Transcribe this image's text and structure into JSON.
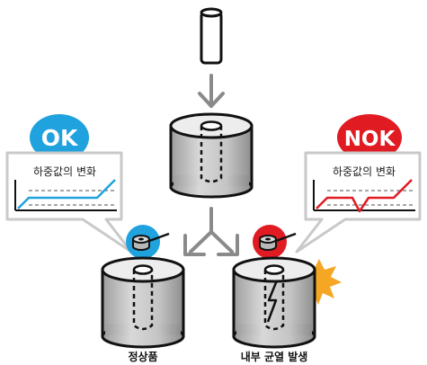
{
  "colors": {
    "ok": "#1fa2dd",
    "nok": "#e01b22",
    "metal_gray": "#c8c8c8",
    "crack_accent": "#f5a623",
    "callout_border": "#c9c9c9"
  },
  "ok_badge": {
    "label": "OK"
  },
  "nok_badge": {
    "label": "NOK"
  },
  "ok_callout": {
    "title": "하중값의 변화"
  },
  "nok_callout": {
    "title": "하중값의 변화"
  },
  "captions": {
    "ok_part": "정상품",
    "nok_part": "내부 균열 발생"
  },
  "icons": {
    "pin": "pin-icon",
    "press_arrow": "down-arrow-icon",
    "split_arrow": "split-arrow-icon",
    "ok_sensor": "load-sensor-icon",
    "nok_sensor": "load-sensor-icon",
    "crack": "lightning-crack-icon",
    "burst": "burst-icon"
  }
}
